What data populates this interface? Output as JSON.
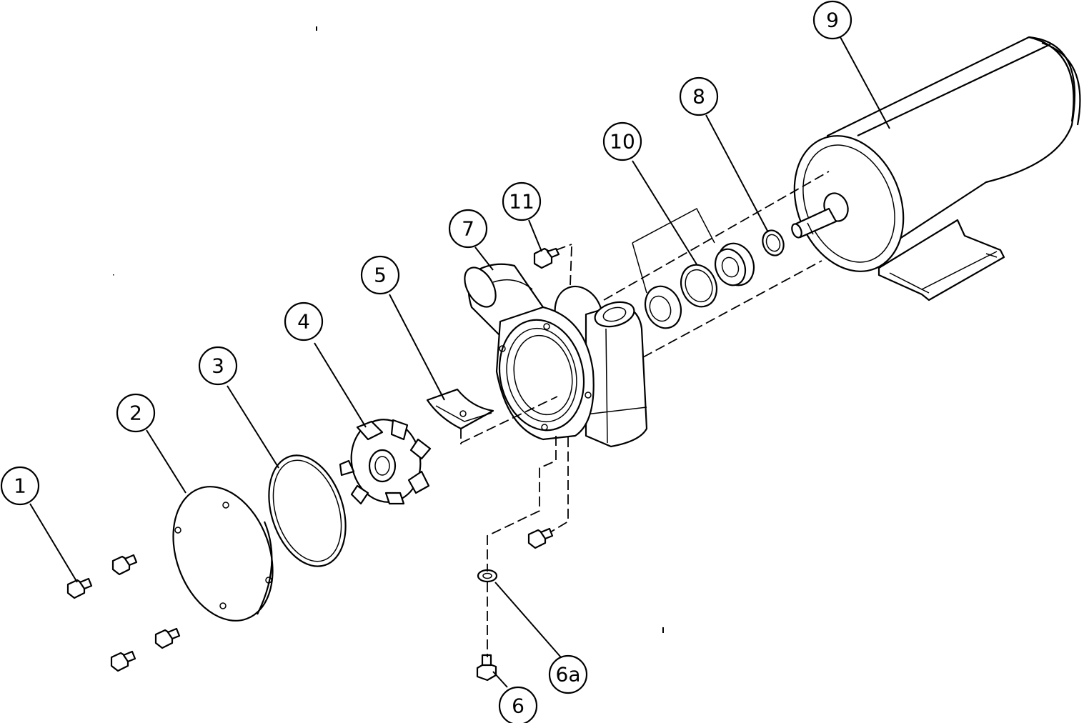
{
  "callouts": [
    {
      "id": "c1",
      "label": "1"
    },
    {
      "id": "c2",
      "label": "2"
    },
    {
      "id": "c3",
      "label": "3"
    },
    {
      "id": "c4",
      "label": "4"
    },
    {
      "id": "c5",
      "label": "5"
    },
    {
      "id": "c6",
      "label": "6"
    },
    {
      "id": "c6a",
      "label": "6a"
    },
    {
      "id": "c7",
      "label": "7"
    },
    {
      "id": "c8",
      "label": "8"
    },
    {
      "id": "c9",
      "label": "9"
    },
    {
      "id": "c10",
      "label": "10"
    },
    {
      "id": "c11",
      "label": "11"
    }
  ]
}
